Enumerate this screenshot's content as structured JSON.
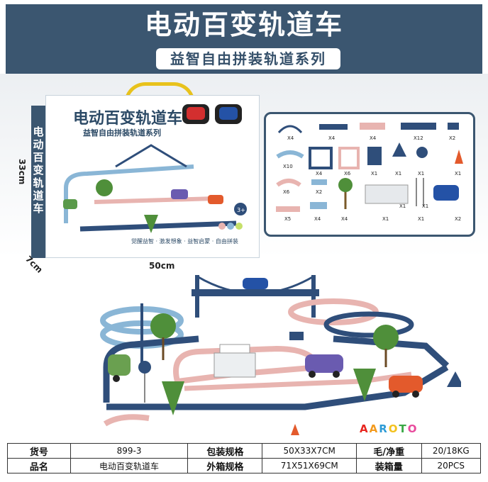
{
  "header": {
    "title": "电动百变轨道车",
    "subtitle": "益智自由拼装轨道系列"
  },
  "packaging": {
    "box_title": "电动百变轨道车",
    "box_subtitle": "益智自由拼装轨道系列",
    "side_text": "电动百变轨道车",
    "age_badge": "3+",
    "features": "觉醒益智 · 激发想象 · 益智启蒙 · 自由拼装"
  },
  "dimensions": {
    "height": "33cm",
    "depth": "7cm",
    "width": "50cm"
  },
  "parts": [
    {
      "name": "bridge-arch",
      "qty": "X4"
    },
    {
      "name": "blue-straight-track",
      "qty": "X4"
    },
    {
      "name": "pink-fence-track",
      "qty": "X4"
    },
    {
      "name": "long-blue-track",
      "qty": "X12"
    },
    {
      "name": "connector",
      "qty": "X2"
    },
    {
      "name": "curve-track",
      "qty": "X10"
    },
    {
      "name": "blue-pillar",
      "qty": "X4"
    },
    {
      "name": "pink-pillar",
      "qty": "X6"
    },
    {
      "name": "sign-board",
      "qty": "X1"
    },
    {
      "name": "warning-sign",
      "qty": "X1"
    },
    {
      "name": "round-sign",
      "qty": "X1"
    },
    {
      "name": "cone",
      "qty": "X1"
    },
    {
      "name": "pink-curve",
      "qty": "X6"
    },
    {
      "name": "ramp-piece",
      "qty": "X2"
    },
    {
      "name": "short-track",
      "qty": "X5"
    },
    {
      "name": "small-track",
      "qty": "X4"
    },
    {
      "name": "palm-tree",
      "qty": "X4"
    },
    {
      "name": "station",
      "qty": "X1"
    },
    {
      "name": "flag",
      "qty": "X1"
    },
    {
      "name": "blue-car",
      "qty": "X2"
    },
    {
      "name": "gate",
      "qty": "X1"
    },
    {
      "name": "tree",
      "qty": "X1"
    }
  ],
  "brand": {
    "name": "AAROTO",
    "colors": [
      "#e8251f",
      "#f39a1d",
      "#2e9bd6",
      "#f3c11d",
      "#39a845",
      "#e84a9c"
    ]
  },
  "spec_table": {
    "rows": [
      [
        "货号",
        "899-3",
        "包装规格",
        "50X33X7CM",
        "毛/净重",
        "20/18KG"
      ],
      [
        "品名",
        "电动百变轨道车",
        "外箱规格",
        "71X51X69CM",
        "装箱量",
        "20PCS"
      ]
    ]
  },
  "colors": {
    "navy": "#3b5670",
    "track_blue": "#2f4e7a",
    "track_light_blue": "#8ab6d6",
    "track_pink": "#e8b4b0",
    "tree_green": "#4f8f3a"
  }
}
